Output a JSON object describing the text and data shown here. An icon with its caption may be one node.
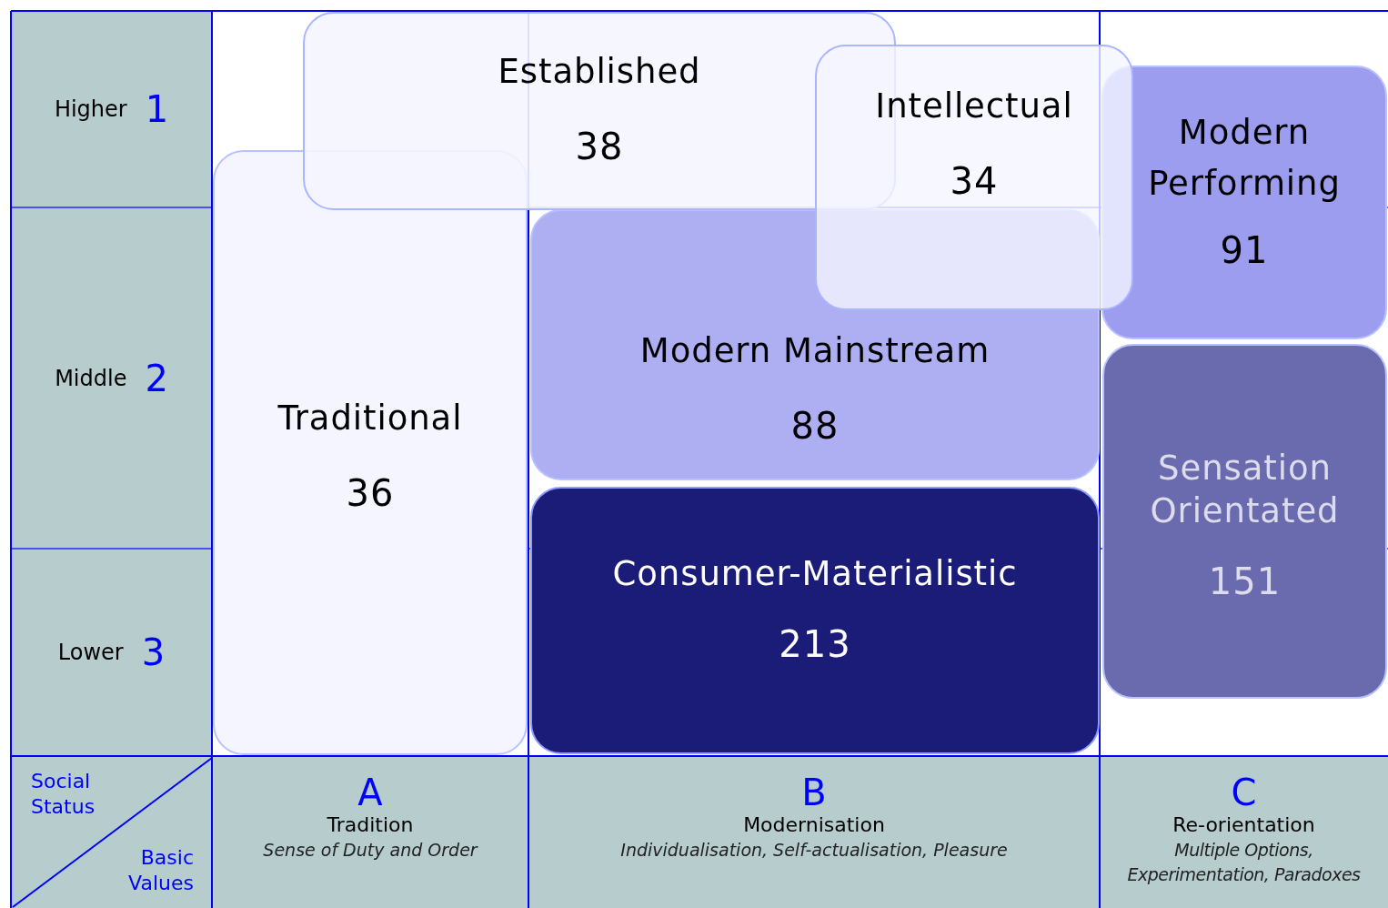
{
  "diagram": {
    "nodes": [
      {
        "text": [
          "Higher",
          "1"
        ]
      },
      {
        "text": [
          "Middle",
          "2"
        ]
      },
      {
        "text": [
          "Lower",
          "3"
        ]
      },
      {
        "text": [
          "Social Status",
          "Basic Values"
        ]
      },
      {
        "text": [
          "A",
          "Tradition",
          "Sense of Duty and Order"
        ]
      },
      {
        "text": [
          "B",
          "Modernisation",
          "Individualisation, Self-actualisation, Pleasure"
        ]
      },
      {
        "text": [
          "C",
          "Re-orientation",
          "Multiple Options, Experimentation, Paradoxes"
        ]
      },
      {
        "text": [
          "Established",
          "38"
        ]
      },
      {
        "text": [
          "Intellectual",
          "34"
        ]
      },
      {
        "text": [
          "Modern Performing",
          "91"
        ]
      },
      {
        "text": [
          "Traditional",
          "36"
        ]
      },
      {
        "text": [
          "Modern Mainstream",
          "88"
        ]
      },
      {
        "text": [
          "Sensation Orientated",
          "151"
        ]
      },
      {
        "text": [
          "Consumer-Materialistic",
          "213"
        ]
      }
    ]
  }
}
